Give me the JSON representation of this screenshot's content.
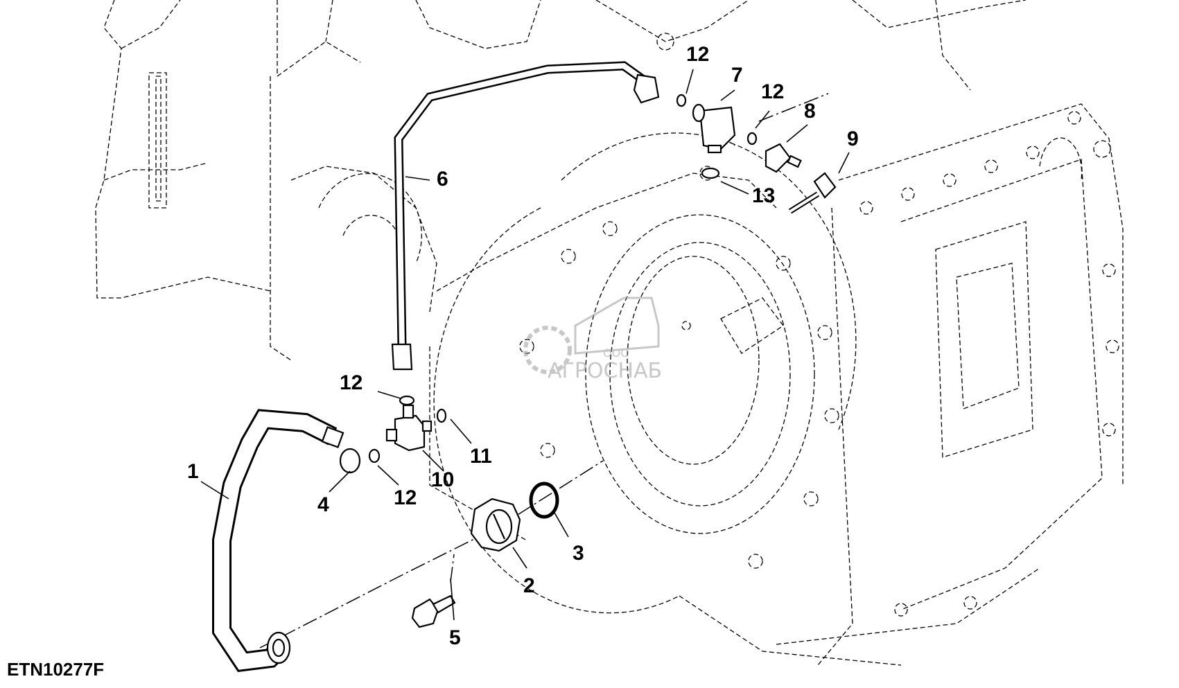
{
  "figure_id": "ETN10277F",
  "watermark": {
    "prefix": "ООО",
    "name": "АГРОСНАБ",
    "color": "#9a9a9a"
  },
  "callouts": {
    "c1": "1",
    "c2": "2",
    "c3": "3",
    "c4": "4",
    "c5": "5",
    "c6": "6",
    "c7": "7",
    "c8": "8",
    "c9": "9",
    "c10": "10",
    "c11": "11",
    "c12a": "12",
    "c12b": "12",
    "c12c": "12",
    "c12d": "12",
    "c13": "13"
  }
}
